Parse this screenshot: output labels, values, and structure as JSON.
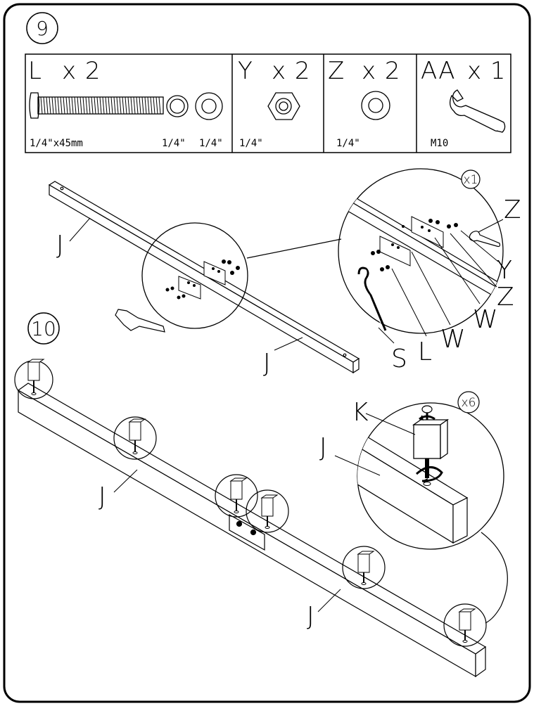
{
  "step9": {
    "number": "9",
    "parts": [
      {
        "letter": "L",
        "qty": "x 2",
        "sizes": [
          "1/4\"x45mm",
          "1/4\"",
          "1/4\""
        ]
      },
      {
        "letter": "Y",
        "qty": "x 2",
        "sizes": [
          "1/4\""
        ]
      },
      {
        "letter": "Z",
        "qty": "x 2",
        "sizes": [
          "1/4\""
        ]
      },
      {
        "letter": "AA",
        "qty": "x 1",
        "sizes": [
          "M10"
        ]
      }
    ],
    "detail_multiplier": "x1",
    "labels": {
      "J": "J",
      "Z": "Z",
      "Y": "Y",
      "W": "W",
      "S": "S",
      "L": "L"
    }
  },
  "step10": {
    "number": "10",
    "detail_multiplier": "x6",
    "labels": {
      "K": "K",
      "J": "J"
    }
  }
}
